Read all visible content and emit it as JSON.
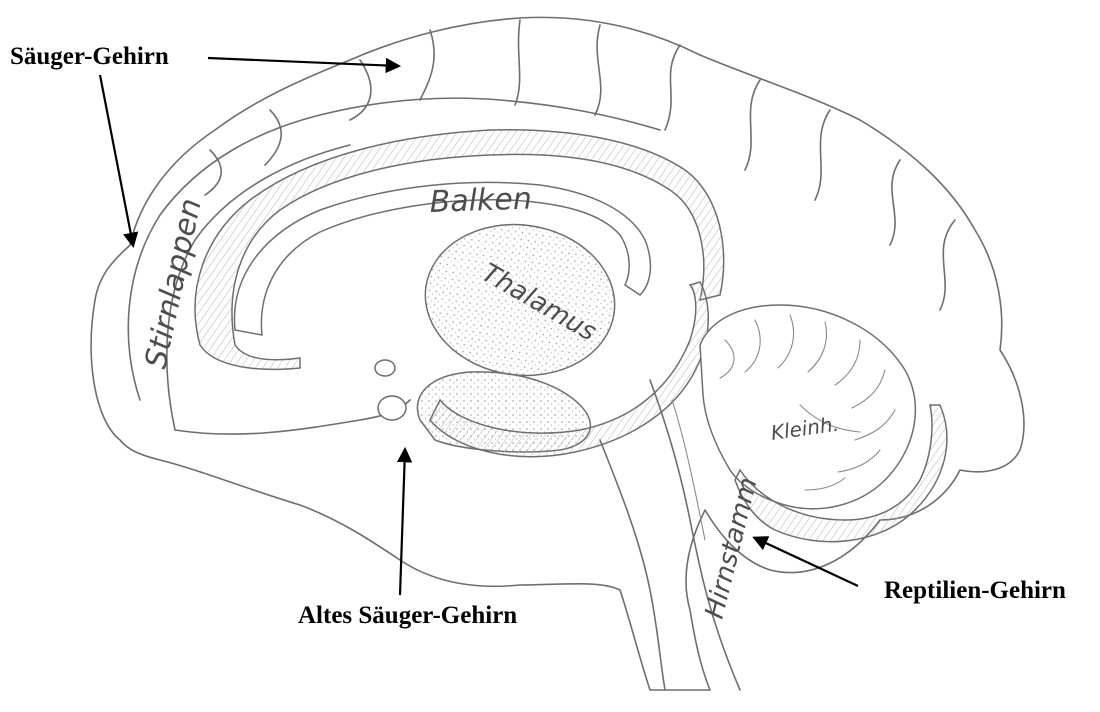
{
  "callouts": {
    "mammal_brain": "Säuger-Gehirn",
    "old_mammal_brain": "Altes Säuger-Gehirn",
    "reptile_brain": "Reptilien-Gehirn"
  },
  "structure_labels": {
    "frontal_lobe": "Stirnlappen",
    "corpus_callosum": "Balken",
    "thalamus": "Thalamus",
    "cerebellum": "Kleinh.",
    "brainstem": "Hirnstamm"
  },
  "colors": {
    "outline": "#6e6e6e",
    "label": "#000000"
  }
}
